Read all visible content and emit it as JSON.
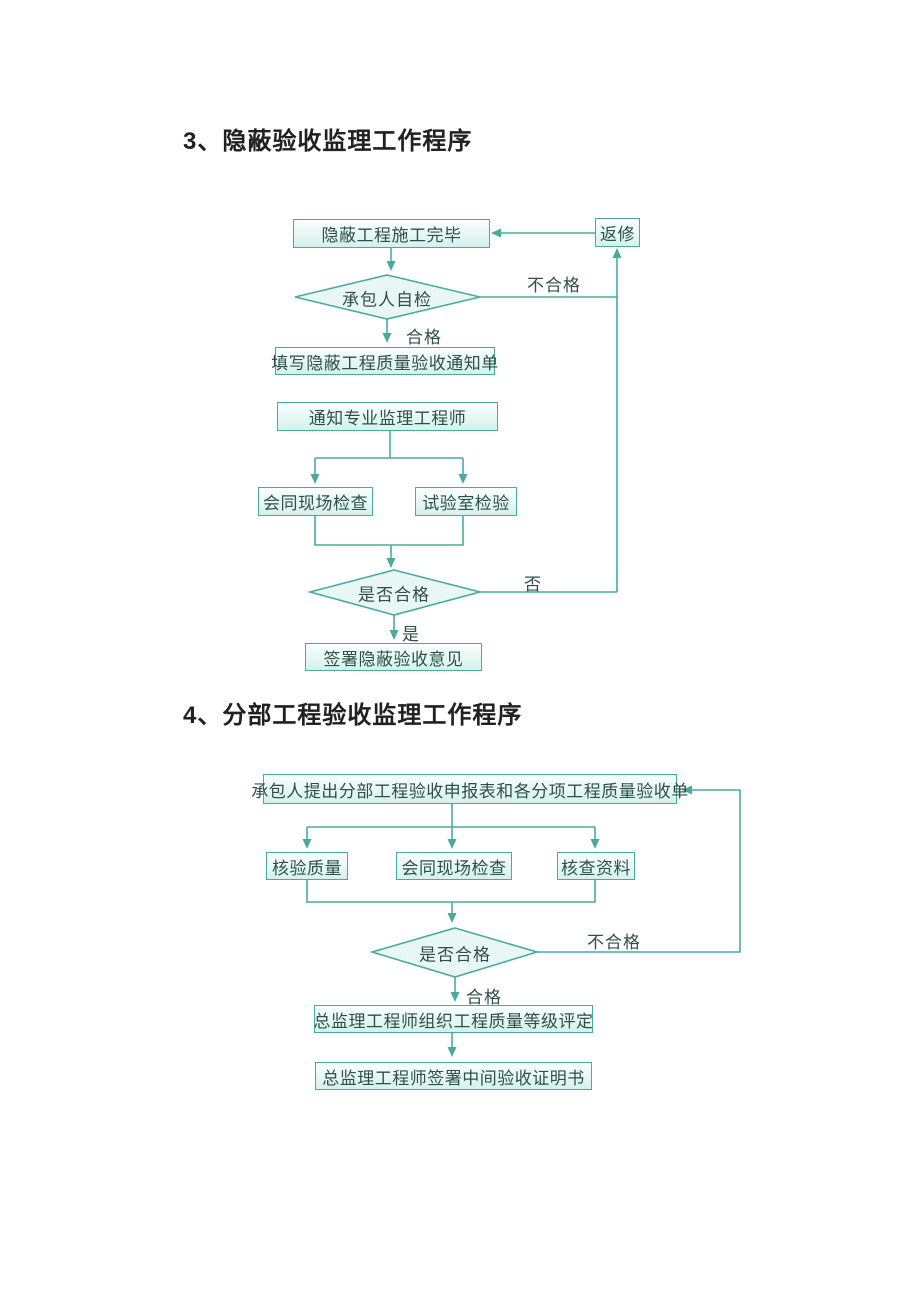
{
  "colors": {
    "accent": "#49ab9e",
    "box_top": "#fafffe",
    "box_bottom": "#d5f1ec",
    "diamond_fill": "#e9f7f4",
    "node_text": "#2f4f4b",
    "heading_text": "#212121",
    "page_bg": "#ffffff"
  },
  "section3": {
    "heading": "3、隐蔽验收监理工作程序",
    "nodes": {
      "construction_complete": "隐蔽工程施工完毕",
      "repair": "返修",
      "contractor_self_check": "承包人自检",
      "fill_acceptance_notice": "填写隐蔽工程质量验收通知单",
      "notify_supervision_engineer": "通知专业监理工程师",
      "joint_site_inspection": "会同现场检查",
      "lab_test": "试验室检验",
      "qualified_decision": "是否合格",
      "sign_acceptance_opinion": "签署隐蔽验收意见"
    },
    "edge_labels": {
      "unqualified": "不合格",
      "qualified": "合格",
      "no": "否",
      "yes": "是"
    }
  },
  "section4": {
    "heading": "4、分部工程验收监理工作程序",
    "nodes": {
      "contractor_submit": "承包人提出分部工程验收申报表和各分项工程质量验收单",
      "verify_quality": "核验质量",
      "joint_site_inspection": "会同现场检查",
      "check_documents": "核查资料",
      "qualified_decision": "是否合格",
      "organize_grade_evaluation": "总监理工程师组织工程质量等级评定",
      "sign_interim_certificate": "总监理工程师签署中间验收证明书"
    },
    "edge_labels": {
      "unqualified": "不合格",
      "qualified": "合格"
    }
  }
}
